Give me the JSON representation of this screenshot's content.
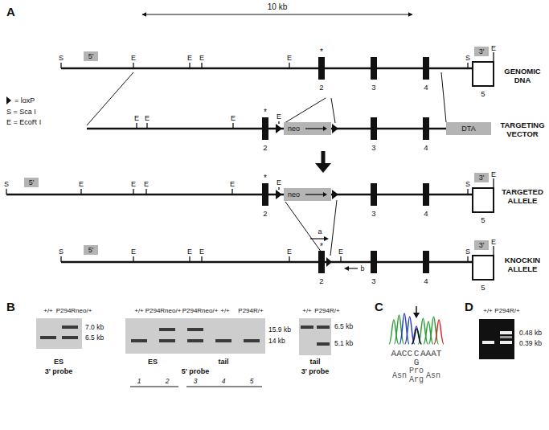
{
  "diagram": {
    "nodes": [
      {
        "text": [
          "5'"
        ]
      },
      {
        "text": [
          "3'"
        ]
      },
      {
        "text": [
          "neo"
        ]
      },
      {
        "text": [
          "DTA"
        ]
      },
      {
        "text": [
          "5'"
        ]
      },
      {
        "text": [
          "neo"
        ]
      },
      {
        "text": [
          "3'"
        ]
      },
      {
        "text": [
          "5'"
        ]
      },
      {
        "text": [
          "3'"
        ]
      }
    ],
    "labels": [
      "A",
      "10 kb",
      "GENOMIC DNA",
      "TARGETING VECTOR",
      "TARGETED ALLELE",
      "KNOCKIN ALLELE",
      "= loxP",
      "S = Sca I",
      "E = EcoR I",
      "S",
      "E",
      "E",
      "E",
      "E",
      "*",
      "S",
      "E",
      "2",
      "3",
      "4",
      "5",
      "E",
      "E",
      "E",
      "*",
      "E",
      "2",
      "3",
      "4",
      "S",
      "E",
      "E",
      "E",
      "E",
      "*",
      "E",
      "2",
      "3",
      "4",
      "S",
      "E",
      "5",
      "S",
      "E",
      "E",
      "E",
      "E",
      "a",
      "*",
      "E",
      "b",
      "2",
      "3",
      "4",
      "S",
      "E",
      "5",
      "B",
      "+/+",
      "P294Rneo/+",
      "7.0 kb",
      "6.5 kb",
      "ES",
      "3' probe",
      "+/+",
      "P294Rneo/+",
      "P294Rneo/+",
      "+/+",
      "P294R/+",
      "15.9 kb",
      "14 kb",
      "1",
      "2",
      "3",
      "4",
      "5",
      "ES",
      "tail",
      "5' probe",
      "+/+",
      "P294R/+",
      "6.5 kb",
      "5.1 kb",
      "tail",
      "3' probe",
      "C",
      "AACC",
      "C",
      "G",
      "AAAT",
      "Asn",
      "Pro",
      "Arg",
      "Asn",
      "D",
      "+/+",
      "P294R/+",
      "0.48 kb",
      "0.39 kb"
    ]
  }
}
